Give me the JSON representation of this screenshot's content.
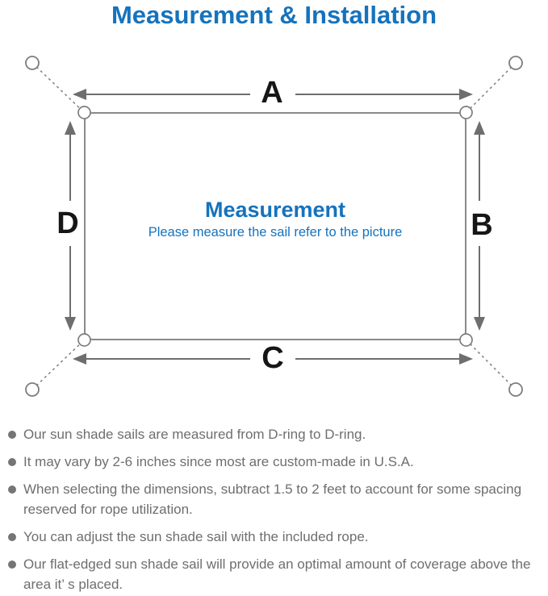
{
  "header": {
    "title": "Measurement & Installation"
  },
  "diagram": {
    "labels": {
      "a": "A",
      "b": "B",
      "c": "C",
      "d": "D"
    },
    "center_title": "Measurement",
    "center_subtitle": "Please measure the sail refer to the picture"
  },
  "notes": [
    "Our sun shade sails are measured from D-ring to D-ring.",
    "It may vary by 2-6 inches since most are custom-made in U.S.A.",
    "When selecting the dimensions, subtract 1.5 to 2 feet to account for some spacing reserved for rope utilization.",
    "You can adjust the sun shade sail with the included rope.",
    "Our flat-edged sun shade sail will provide an optimal amount of coverage above the area it’ s placed."
  ],
  "colors": {
    "accent": "#1573bd",
    "line": "#7d7d7d",
    "label": "#161616",
    "note-text": "#6e6e6e"
  }
}
